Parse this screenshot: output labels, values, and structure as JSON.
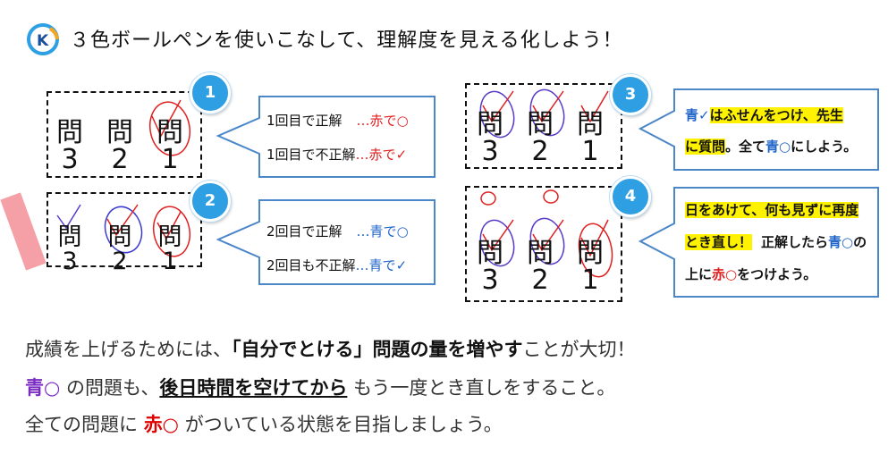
{
  "title": "３色ボールペンを使いこなして、理解度を見える化しよう！",
  "logo_letters": "K",
  "colors": {
    "red": "#e02020",
    "blue": "#1e64c8",
    "badge": "#2e9fe2",
    "highlight": "#fff200",
    "sticky": "#f4a0a6"
  },
  "panels": [
    {
      "badge": "1",
      "questions": [
        "問",
        "問",
        "問"
      ],
      "numbers": [
        "3",
        "2",
        "1"
      ],
      "lines": [
        {
          "a": "1回目で正解",
          "b": "…赤で",
          "c": "○"
        },
        {
          "a": "1回目で不正解",
          "b": "…赤で",
          "c": "✓"
        }
      ]
    },
    {
      "badge": "2",
      "questions": [
        "問",
        "問",
        "問"
      ],
      "numbers": [
        "3",
        "2",
        "1"
      ],
      "lines": [
        {
          "a": "2回目で正解",
          "b": "…青で",
          "c": "○"
        },
        {
          "a": "2回目も不正解",
          "b": "…青で",
          "c": "✓"
        }
      ]
    },
    {
      "badge": "3",
      "questions": [
        "問",
        "問",
        "問"
      ],
      "numbers": [
        "3",
        "2",
        "1"
      ],
      "l1a": "青",
      "l1b": "✓",
      "l1c": "はふせんをつけ、先生",
      "l2a": "に質問",
      "l2b": "。全て",
      "l2c": "青○",
      "l2d": "にしよう。"
    },
    {
      "badge": "4",
      "questions": [
        "問",
        "問",
        "問"
      ],
      "numbers": [
        "3",
        "2",
        "1"
      ],
      "l1": "日をあけて、何も見ずに再度",
      "l2a": "とき直し！",
      "l2b": "正解したら",
      "l2c": "青○",
      "l2d": "の",
      "l3a": "上に",
      "l3b": "赤○",
      "l3c": "をつけよう。"
    }
  ],
  "bottom": {
    "line1": {
      "a": "成績を上げるためには、",
      "b": "「自分でとける」問題の量を増やす",
      "c": "ことが大切！"
    },
    "line2": {
      "a": "青○",
      "b": " の問題も、",
      "c": "後日時間を空けてから",
      "d": " もう一度とき直しをすること。"
    },
    "line3": {
      "a": "全ての問題に ",
      "b": "赤○",
      "c": " がついている状態を目指しましょう。"
    }
  }
}
